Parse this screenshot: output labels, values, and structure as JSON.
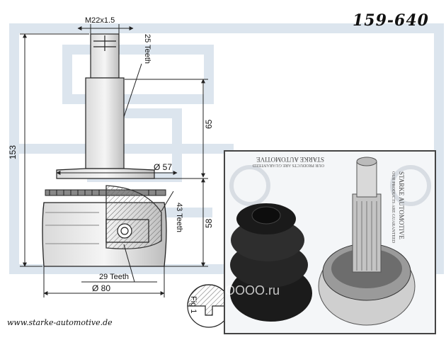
{
  "part_number": "159-640",
  "website": "www.starke-automotive.de",
  "dimensions": {
    "thread": "M22x1.5",
    "outer_teeth": "25 Teeth",
    "shaft_length": "65",
    "total_length": "153",
    "seat_diameter": "Ø 57",
    "abs_teeth": "43 Teeth",
    "body_length": "58",
    "inner_teeth": "29 Teeth",
    "body_diameter": "Ø 80",
    "figure": "Fig 1"
  },
  "photo": {
    "box_text_1": "STARKE AUTOMOTIVE",
    "box_text_2": "OUR PRODUCTS ARE GUARANTEED",
    "box_text_3": "STARKE AUTOMOTIVE",
    "box_text_4": "OUR PRODUCTS ARE GUARANTEED",
    "watermark": "ОООО.ru"
  },
  "colors": {
    "background_pattern": "#dde6f0",
    "line": "#222222",
    "hatch": "#555555",
    "boot": "#1a1a1a"
  }
}
